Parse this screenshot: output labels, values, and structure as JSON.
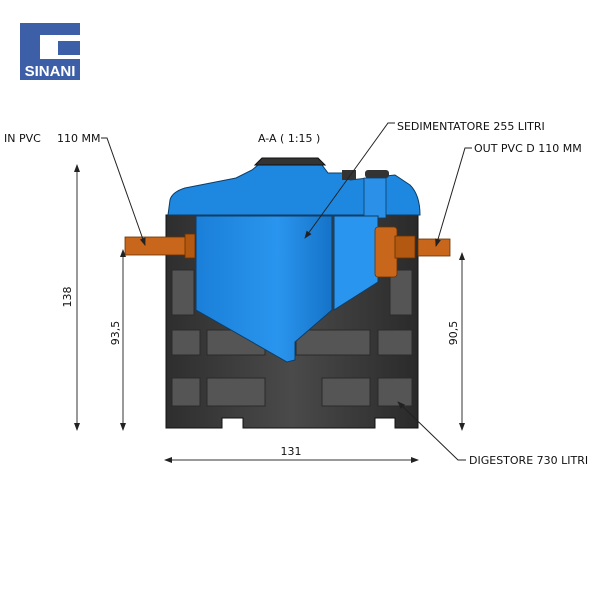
{
  "logo": {
    "text": "SINANI",
    "color": "#3d5fa8"
  },
  "title": "A-A ( 1:15 )",
  "labels": {
    "in_pipe_a": "IN PVC",
    "in_pipe_b": "110 MM",
    "out_pipe": "OUT PVC D 110 MM",
    "sedimentatore": "SEDIMENTATORE 255 LITRI",
    "digestore": "DIGESTORE 730 LITRI"
  },
  "dimensions": {
    "total_height": "138",
    "inlet_height": "93,5",
    "outlet_height": "90,5",
    "width": "131"
  },
  "colors": {
    "tank_body": "#3a3a3a",
    "sediment_chamber": "#1e88e0",
    "pipe": "#c8661c"
  }
}
